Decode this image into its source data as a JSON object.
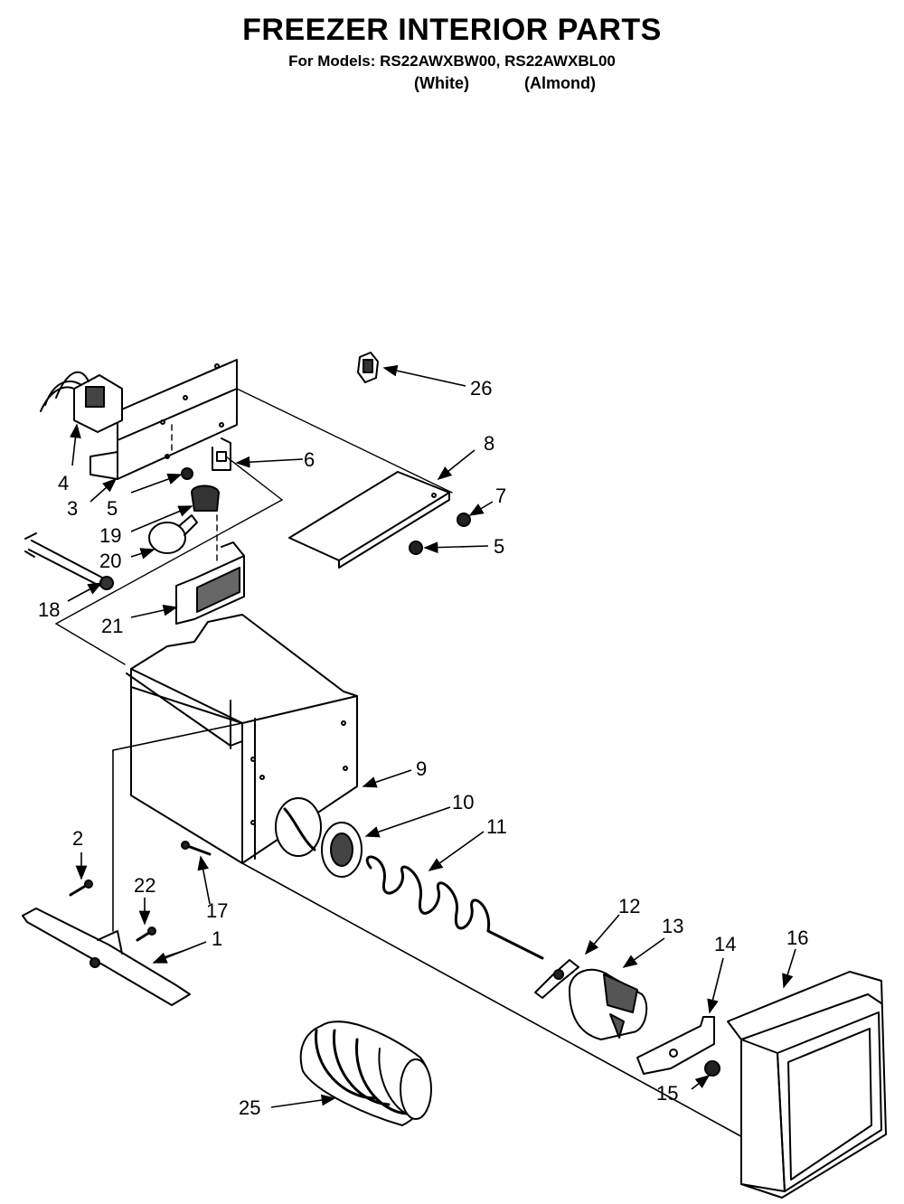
{
  "header": {
    "title": "FREEZER INTERIOR PARTS",
    "models": "For Models: RS22AWXBW00, RS22AWXBL00",
    "variant_white": "(White)",
    "variant_almond": "(Almond)"
  },
  "callouts": {
    "c1": "1",
    "c2": "2",
    "c3": "3",
    "c4": "4",
    "c5a": "5",
    "c5b": "5",
    "c6": "6",
    "c7": "7",
    "c8": "8",
    "c9": "9",
    "c10": "10",
    "c11": "11",
    "c12": "12",
    "c13": "13",
    "c14": "14",
    "c15": "15",
    "c16": "16",
    "c17": "17",
    "c18": "18",
    "c19": "19",
    "c20": "20",
    "c21": "21",
    "c22": "22",
    "c25": "25",
    "c26": "26"
  }
}
